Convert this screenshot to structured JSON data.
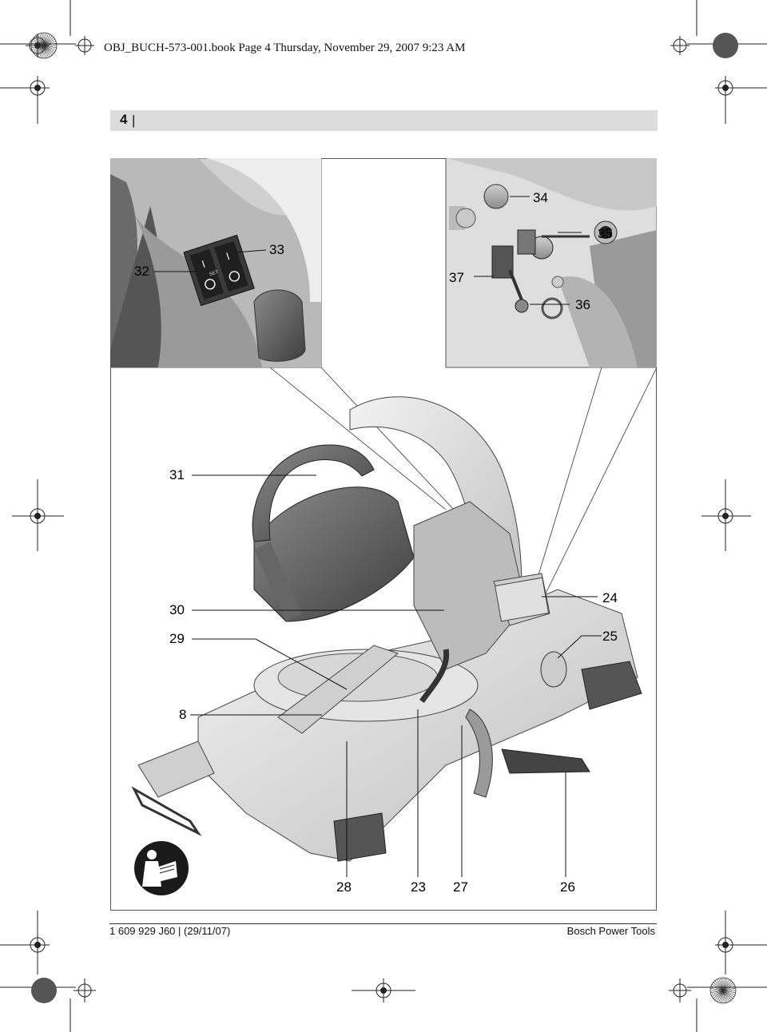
{
  "header": {
    "book_line": "OBJ_BUCH-573-001.book  Page 4  Thursday, November 29, 2007  9:23 AM"
  },
  "page": {
    "number": "4",
    "separator": "|"
  },
  "figure": {
    "labels": {
      "l32": "32",
      "l33": "33",
      "l34": "34",
      "l35": "35",
      "l37": "37",
      "l36": "36",
      "l31": "31",
      "l30": "30",
      "l29": "29",
      "l8": "8",
      "l24": "24",
      "l25": "25",
      "l28": "28",
      "l23": "23",
      "l27": "27",
      "l26": "26"
    },
    "switch_text": "SET"
  },
  "footer": {
    "code": "1 609 929 J60 | (29/11/07)",
    "brand": "Bosch Power Tools"
  }
}
